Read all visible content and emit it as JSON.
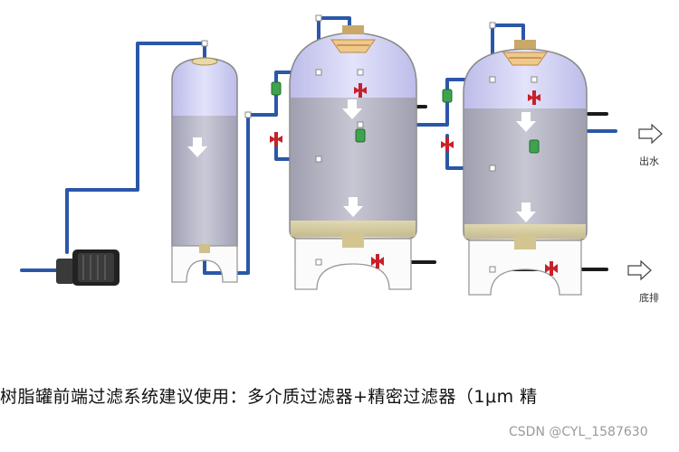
{
  "labels": {
    "outlet": "出水",
    "drain": "底排"
  },
  "caption": "树脂罐前端过滤系统建议使用：多介质过滤器+精密过滤器（1μm 精",
  "watermark": "CSDN @CYL_1587630",
  "colors": {
    "pipe": "#2b57a8",
    "drain_pipe": "#1a1a1a",
    "valve_open": "#3fa34d",
    "valve_closed": "#c8202a",
    "tank_top": "#cfcff4",
    "tank_media": "#a9a9b4",
    "sand": "#d9cfa6"
  }
}
